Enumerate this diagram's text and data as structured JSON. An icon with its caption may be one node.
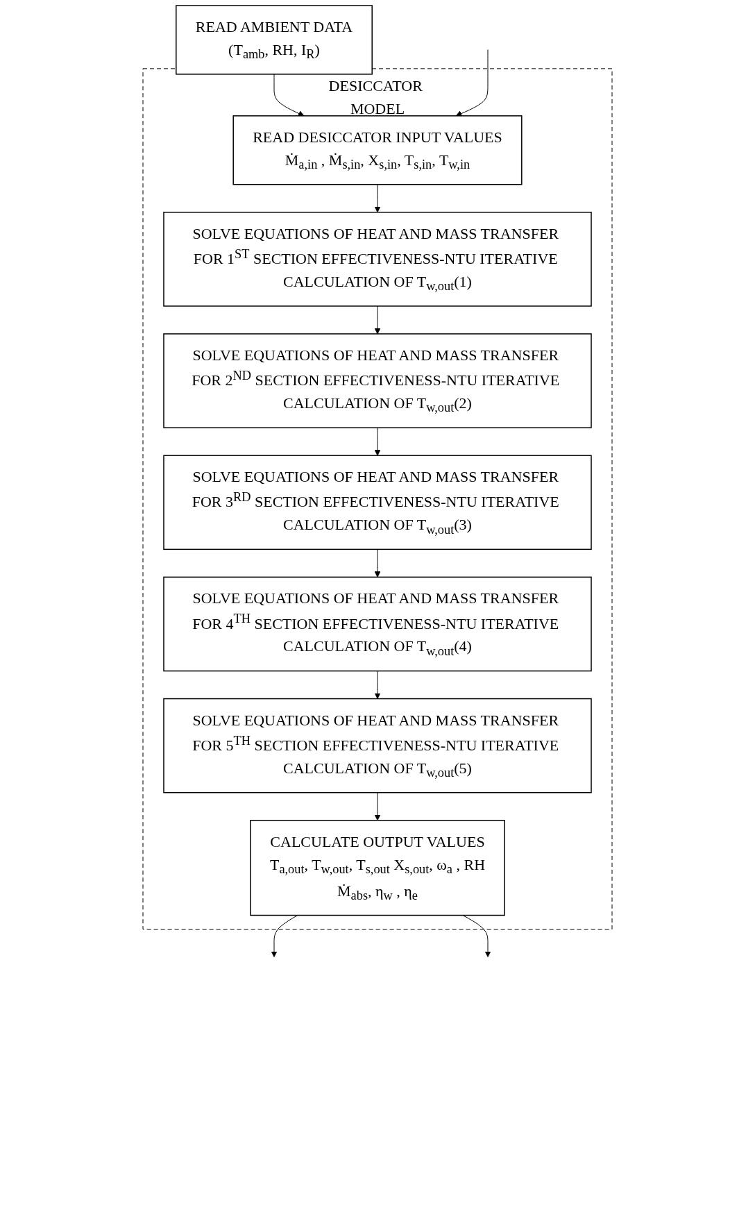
{
  "diagram": {
    "nodes": [
      {
        "text": [
          "READ AMBIENT DATA",
          "(T$_{amb}$, RH, I$_{R}$)"
        ]
      },
      {
        "text": [
          "DESICCATOR MODEL"
        ]
      },
      {
        "text": [
          "READ DESICCATOR INPUT VALUES",
          "Ṁ$_{a,in}$ , Ṁ$_{s,in}$, X$_{s,in}$, T$_{s,in}$, T$_{w,in}$"
        ],
        "in": 1
      },
      {
        "text": [
          "SOLVE EQUATIONS OF HEAT AND MASS TRANSFER FOR 1$^{ST}$ SECTION EFFECTIVENESS-NTU ITERATIVE CALCULATION OF T$_{w,out}$(1)"
        ],
        "in": 1
      },
      {
        "text": [
          "SOLVE EQUATIONS OF HEAT AND MASS TRANSFER FOR 2$^{ND}$ SECTION EFFECTIVENESS-NTU ITERATIVE CALCULATION OF T$_{w,out}$(2)"
        ],
        "in": 1
      },
      {
        "text": [
          "SOLVE EQUATIONS OF HEAT AND MASS TRANSFER FOR 3$^{RD}$ SECTION EFFECTIVENESS-NTU ITERATIVE CALCULATION OF T$_{w,out}$(3)"
        ],
        "in": 1
      },
      {
        "text": [
          "SOLVE EQUATIONS OF HEAT AND MASS TRANSFER FOR 4$^{TH}$ SECTION EFFECTIVENESS-NTU ITERATIVE CALCULATION OF T$_{w,out}$(4)"
        ],
        "in": 1
      },
      {
        "text": [
          "SOLVE EQUATIONS OF HEAT AND MASS TRANSFER FOR 5$^{TH}$ SECTION EFFECTIVENESS-NTU ITERATIVE CALCULATION OF T$_{w,out}$(5)"
        ],
        "in": 1
      },
      {
        "text": [
          "CALCULATE OUTPUT VALUES",
          "T$_{a,out}$, T$_{w,out}$, T$_{s,out}$ X$_{s,out}$, ω$_{a}$ , RH",
          "Ṁ$_{abs}$, η$_{w}$ , η$_{e}$"
        ],
        "in": 1
      }
    ],
    "edges": [
      {
        "from": 0,
        "to": 2,
        "arrow": "to"
      },
      {
        "from": 2,
        "to": 3,
        "arrow": "to"
      },
      {
        "from": 3,
        "to": 4,
        "arrow": "to"
      },
      {
        "from": 4,
        "to": 5,
        "arrow": "to"
      },
      {
        "from": 5,
        "to": 6,
        "arrow": "to"
      },
      {
        "from": 6,
        "to": 7,
        "arrow": "to"
      },
      {
        "from": 7,
        "to": 8,
        "arrow": "to"
      },
      {
        "from": 8,
        "to": null,
        "arrow": "to"
      },
      {
        "from": 8,
        "to": null,
        "arrow": "to"
      },
      {
        "from": null,
        "to": 2,
        "arrow": "to"
      }
    ]
  }
}
